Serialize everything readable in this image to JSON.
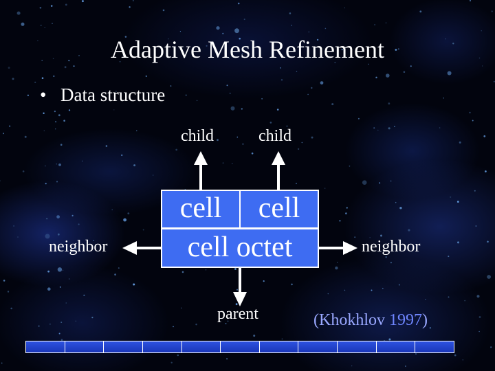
{
  "slide": {
    "title": "Adaptive Mesh Refinement",
    "bullets": [
      {
        "marker": "•",
        "text": "Data structure"
      }
    ]
  },
  "diagram": {
    "cells": [
      "cell",
      "cell"
    ],
    "octet": "cell octet",
    "labels": {
      "child_left": "child",
      "child_right": "child",
      "neighbor_left": "neighbor",
      "neighbor_right": "neighbor",
      "parent": "parent"
    }
  },
  "citation": {
    "open": "(",
    "author": "Khokhlov",
    "year": "1997",
    "close": ")"
  },
  "progress_bar": {
    "segments": 11
  },
  "colors": {
    "background": "#02040e",
    "box_fill": "#3e6cf2",
    "text": "#ffffff",
    "citation": "#9aa8ff",
    "citation_year": "#6f86ff",
    "progress_fill": "#1e3fcf"
  }
}
